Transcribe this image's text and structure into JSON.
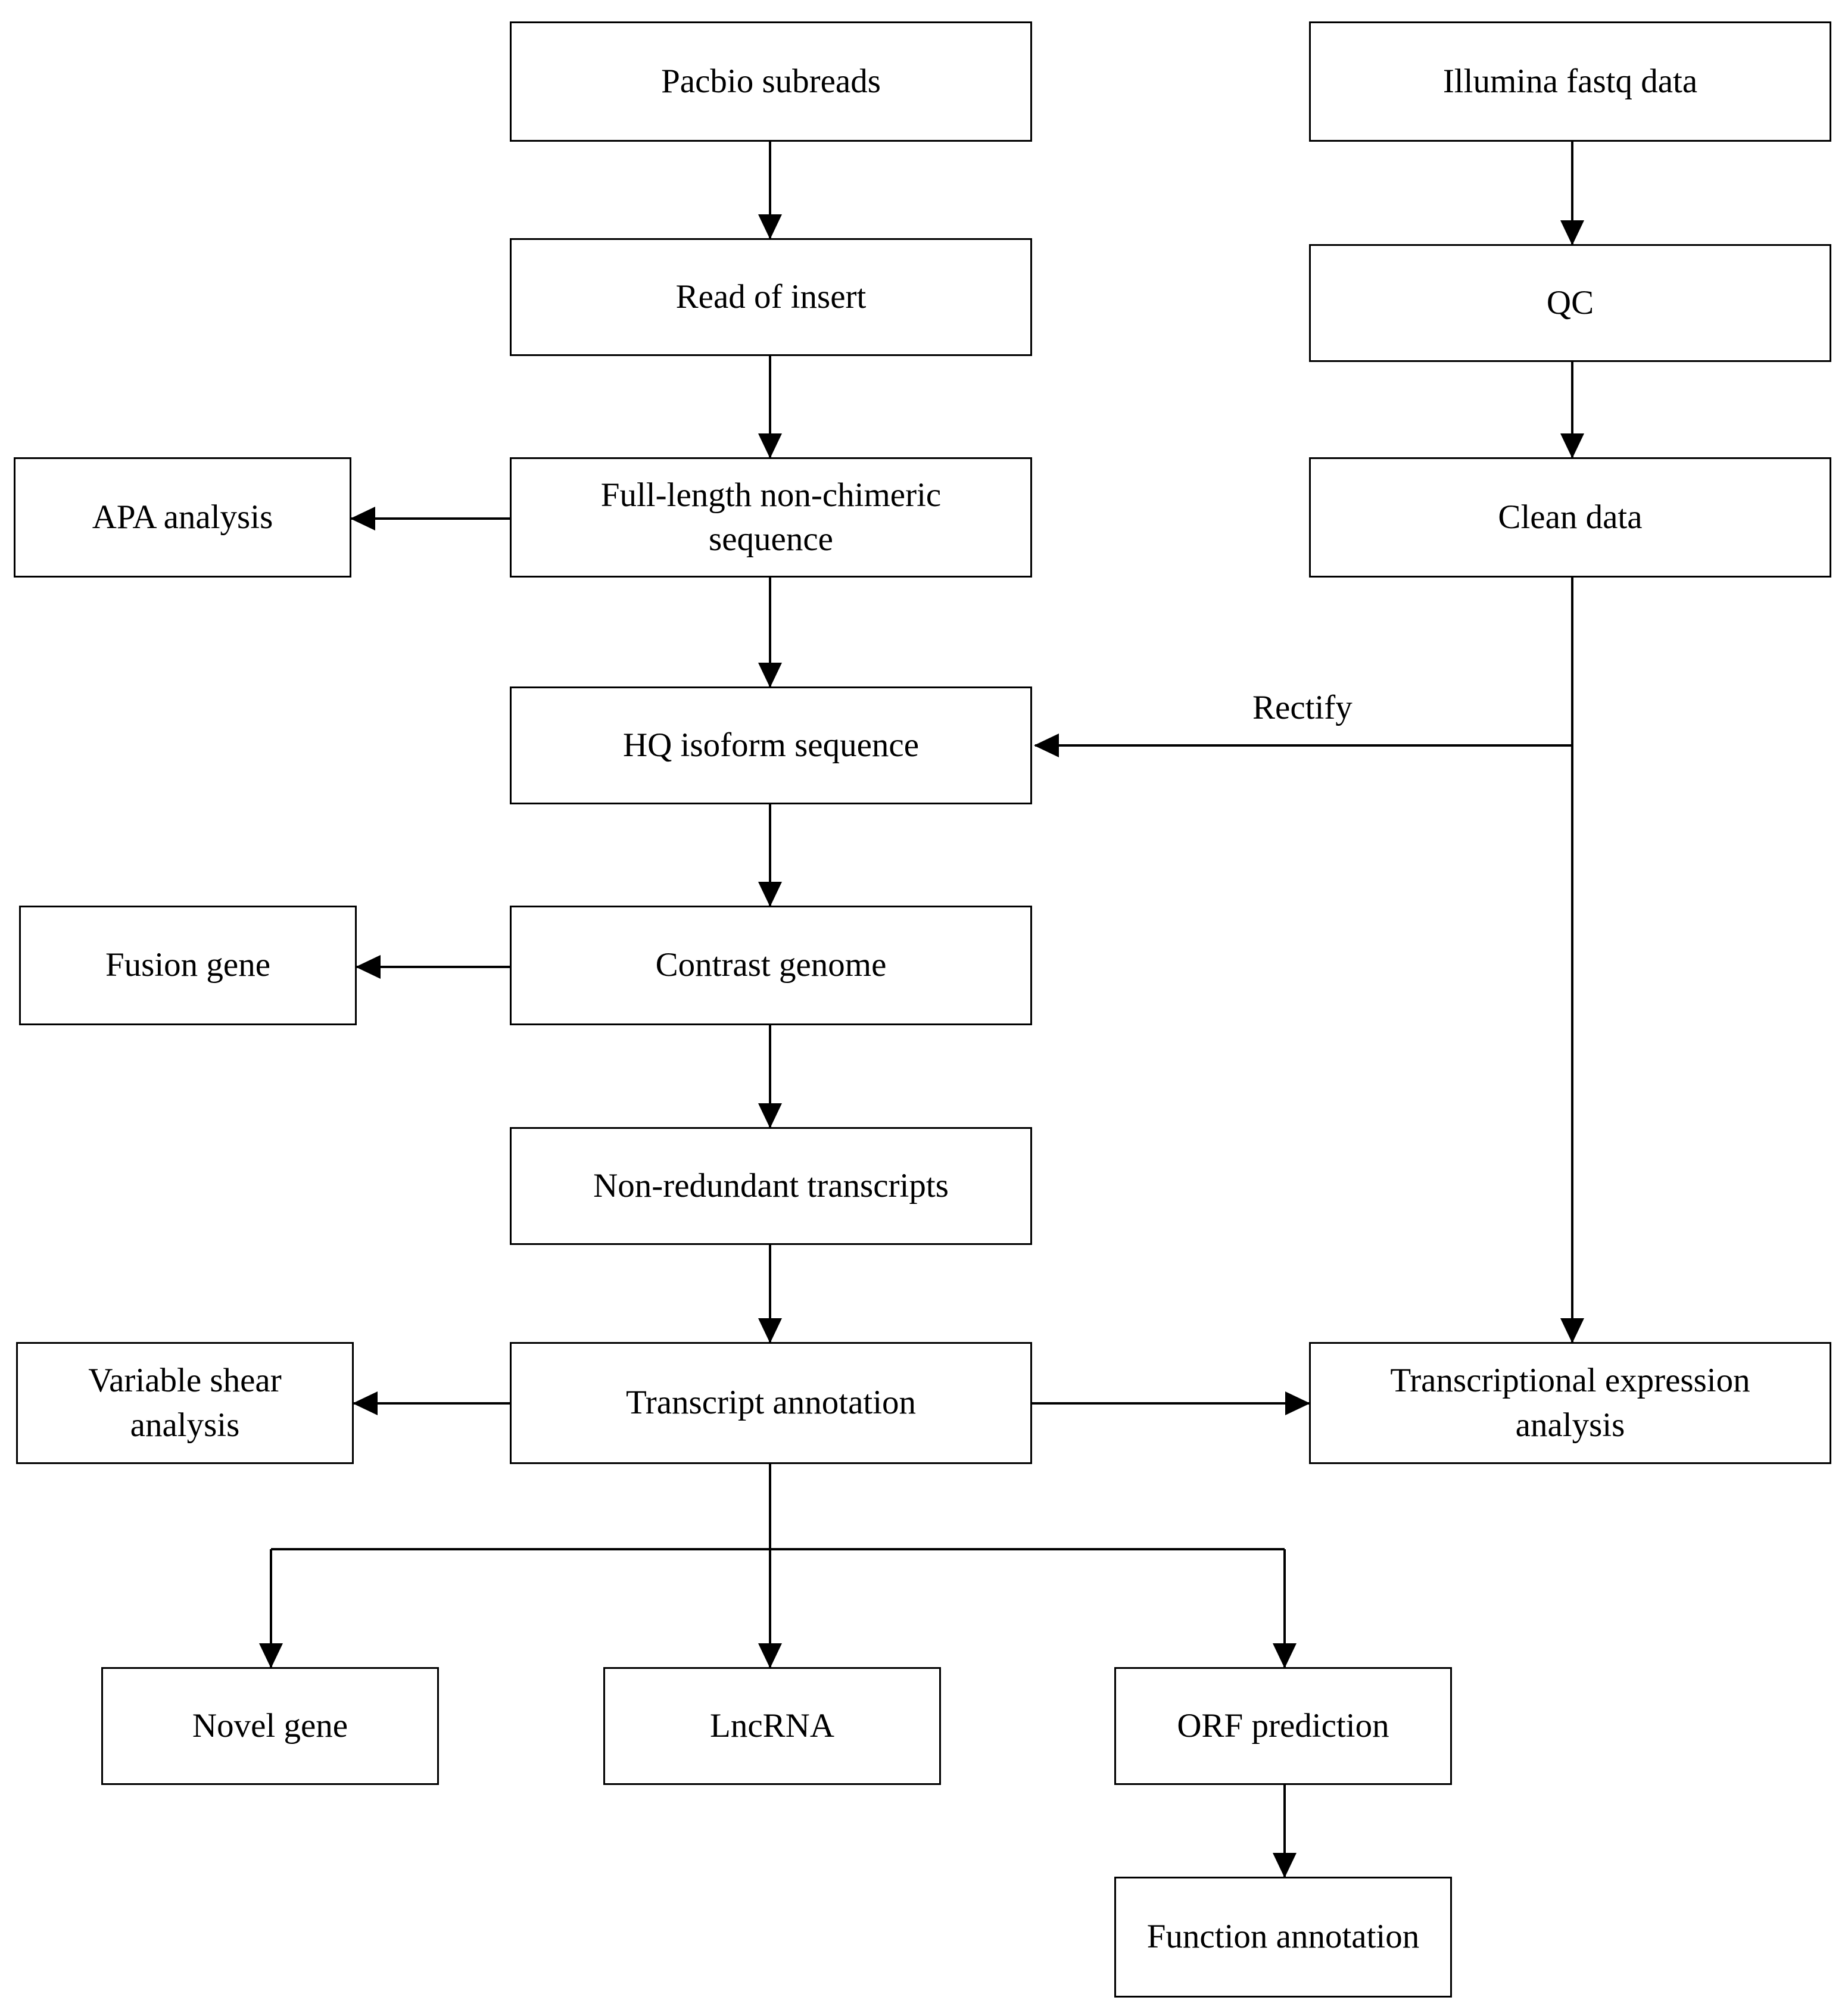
{
  "nodes": {
    "pacbio": "Pacbio subreads",
    "illumina": "Illumina fastq data",
    "read_insert": "Read of insert",
    "qc": "QC",
    "apa": "APA analysis",
    "full_length": "Full-length non-chimeric sequence",
    "clean_data": "Clean data",
    "hq_isoform": "HQ isoform sequence",
    "fusion_gene": "Fusion gene",
    "contrast_genome": "Contrast genome",
    "non_redundant": "Non-redundant transcripts",
    "variable_shear": "Variable shear analysis",
    "transcript_annotation": "Transcript annotation",
    "transcriptional_expression": "Transcriptional expression analysis",
    "novel_gene": "Novel gene",
    "lncrna": "LncRNA",
    "orf_prediction": "ORF prediction",
    "function_annotation": "Function annotation"
  },
  "edge_labels": {
    "rectify": "Rectify"
  },
  "edges": [
    {
      "from": "pacbio",
      "to": "read_insert"
    },
    {
      "from": "read_insert",
      "to": "full_length"
    },
    {
      "from": "full_length",
      "to": "apa"
    },
    {
      "from": "full_length",
      "to": "hq_isoform"
    },
    {
      "from": "hq_isoform",
      "to": "contrast_genome"
    },
    {
      "from": "contrast_genome",
      "to": "fusion_gene"
    },
    {
      "from": "contrast_genome",
      "to": "non_redundant"
    },
    {
      "from": "non_redundant",
      "to": "transcript_annotation"
    },
    {
      "from": "transcript_annotation",
      "to": "variable_shear"
    },
    {
      "from": "transcript_annotation",
      "to": "transcriptional_expression"
    },
    {
      "from": "transcript_annotation",
      "to": "novel_gene"
    },
    {
      "from": "transcript_annotation",
      "to": "lncrna"
    },
    {
      "from": "transcript_annotation",
      "to": "orf_prediction"
    },
    {
      "from": "orf_prediction",
      "to": "function_annotation"
    },
    {
      "from": "illumina",
      "to": "qc"
    },
    {
      "from": "qc",
      "to": "clean_data"
    },
    {
      "from": "clean_data",
      "to": "hq_isoform",
      "label": "rectify"
    },
    {
      "from": "clean_data",
      "to": "transcriptional_expression"
    }
  ]
}
